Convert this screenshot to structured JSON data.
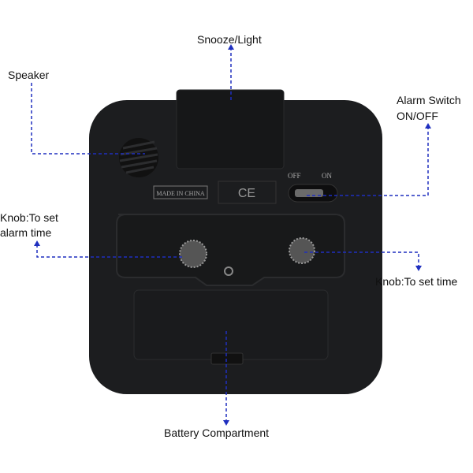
{
  "labels": {
    "snooze": "Snooze/Light",
    "speaker": "Speaker",
    "alarm_switch_1": "Alarm Switch",
    "alarm_switch_2": "ON/OFF",
    "knob_alarm_1": "Knob:To set",
    "knob_alarm_2": "alarm time",
    "knob_time": "Knob:To set time",
    "battery": "Battery Compartment"
  },
  "device": {
    "made_in": "MADE IN CHINA",
    "ce": "CE",
    "off": "OFF",
    "on": "ON"
  },
  "colors": {
    "line": "#1f2fbf",
    "body": "#1b1c1e"
  }
}
